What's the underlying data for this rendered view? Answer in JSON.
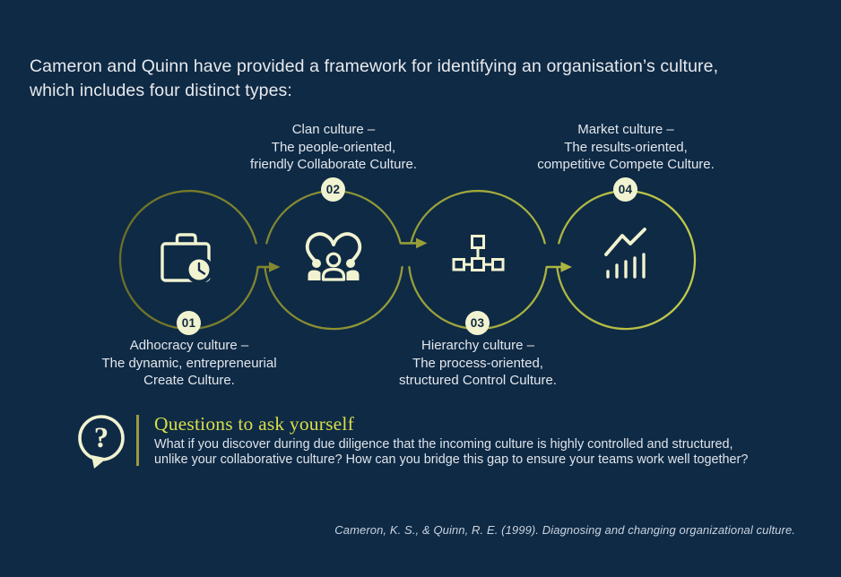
{
  "colors": {
    "background": "#0F2A45",
    "cream": "#F1F3D0",
    "ring_gradient_start": "#6B6F26",
    "ring_gradient_end": "#C3CE4B",
    "heading_accent": "#D8DF49",
    "body_text": "#DEE4EA",
    "citation_text": "#C8D3DF"
  },
  "title": {
    "line1": "Cameron and Quinn have provided a framework for identifying an organisation’s culture,",
    "line2": "which includes four distinct types:"
  },
  "cultures": [
    {
      "number": "01",
      "icon": "briefcase-clock-icon",
      "label_position": "below",
      "label_lines": [
        "Adhocracy culture –",
        "The dynamic, entrepreneurial",
        "Create Culture."
      ]
    },
    {
      "number": "02",
      "icon": "people-heart-icon",
      "label_position": "above",
      "label_lines": [
        "Clan culture –",
        "The people-oriented,",
        "friendly Collaborate Culture."
      ]
    },
    {
      "number": "03",
      "icon": "hierarchy-icon",
      "label_position": "below",
      "label_lines": [
        "Hierarchy culture –",
        "The process-oriented,",
        "structured Control Culture."
      ]
    },
    {
      "number": "04",
      "icon": "bar-chart-icon",
      "label_position": "above",
      "label_lines": [
        "Market culture –",
        "The results-oriented,",
        "competitive Compete Culture."
      ]
    }
  ],
  "questions": {
    "icon_glyph": "?",
    "heading": "Questions to ask yourself",
    "body_line1": "What if you discover during due diligence that the incoming culture is highly controlled and structured,",
    "body_line2": "unlike your collaborative culture? How can you bridge this gap to ensure your teams work well together?"
  },
  "citation": "Cameron, K. S., & Quinn, R. E. (1999). Diagnosing and changing organizational culture."
}
